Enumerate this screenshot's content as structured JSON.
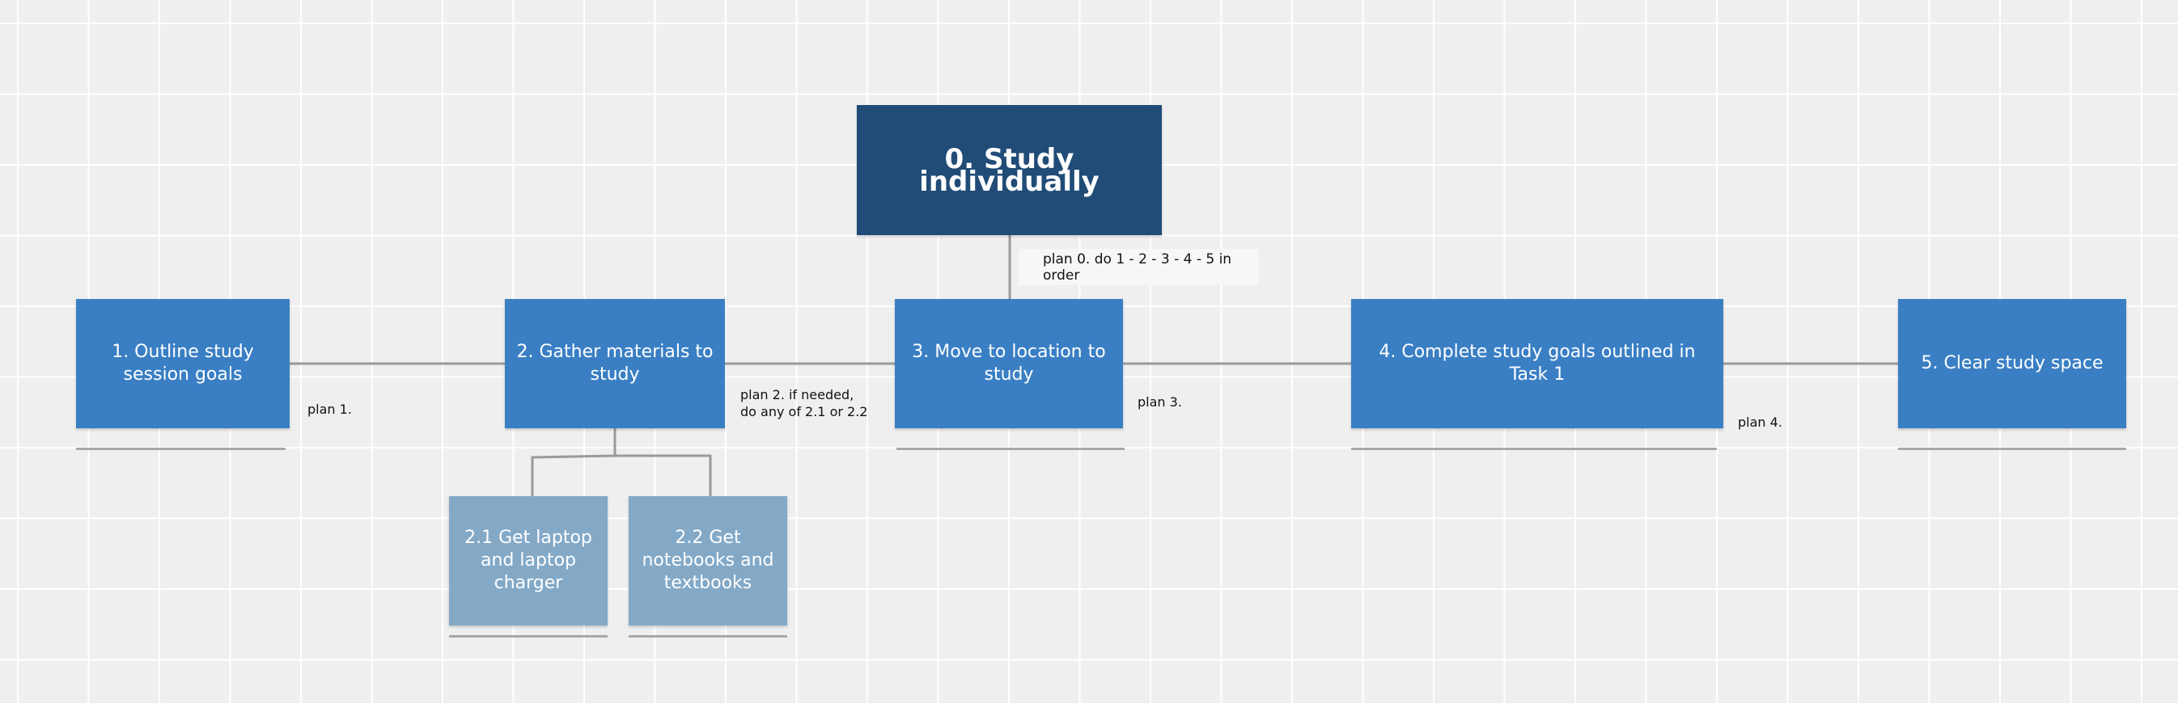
{
  "diagram": {
    "root": {
      "label": "0. Study individually",
      "color": "#204c77"
    },
    "root_plan": "plan 0. do 1 - 2 - 3 - 4 - 5 in order",
    "tasks": [
      {
        "label": "1. Outline study session goals",
        "plan": "plan 1."
      },
      {
        "label": "2. Gather materials to study",
        "plan": "plan 2. if needed,\ndo any of 2.1 or 2.2"
      },
      {
        "label": "3. Move to location to study",
        "plan": "plan 3."
      },
      {
        "label": "4. Complete study goals outlined in Task 1",
        "plan": "plan 4."
      },
      {
        "label": "5. Clear study space",
        "plan": ""
      }
    ],
    "subtasks": [
      {
        "label": "2.1 Get laptop and laptop charger"
      },
      {
        "label": "2.2 Get notebooks and textbooks"
      }
    ],
    "colors": {
      "level1": "#3a7fc4",
      "level2": "#83a9c7",
      "connector": "#9a9a9a"
    }
  }
}
